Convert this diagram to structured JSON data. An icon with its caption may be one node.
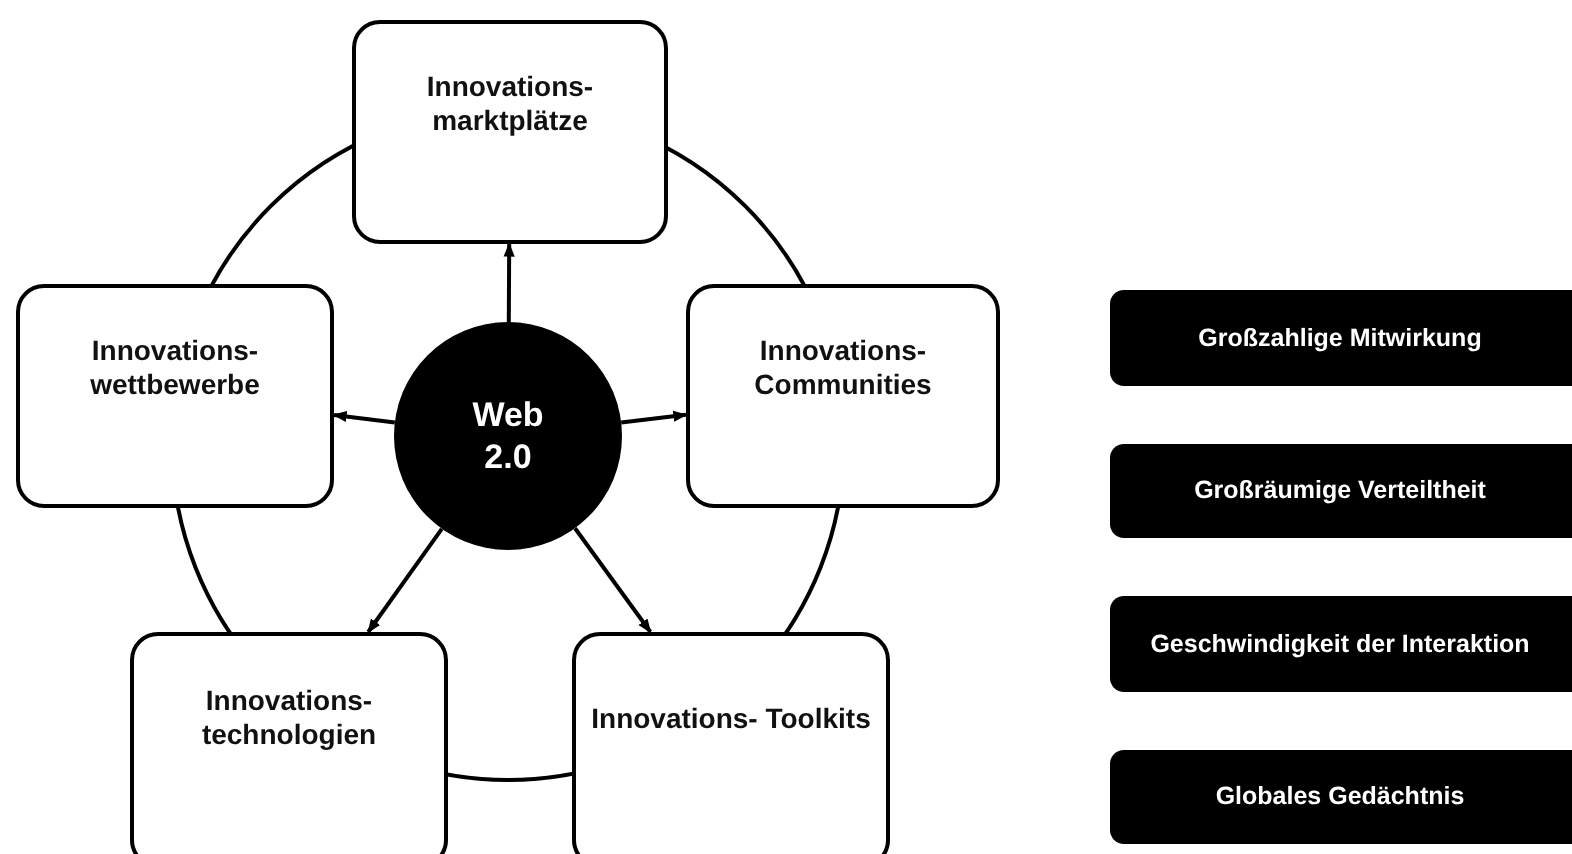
{
  "diagram": {
    "nodes": [
      {
        "text": [
          "Innovations- marktplätze"
        ]
      },
      {
        "text": [
          "Innovations- wettbewerbe"
        ]
      },
      {
        "text": [
          "Web 2.0"
        ]
      },
      {
        "text": [
          "Innovations- Communities"
        ]
      },
      {
        "text": [
          "Innovations- technologien"
        ]
      },
      {
        "text": [
          "Innovations- Toolkits"
        ]
      },
      {
        "text": [
          "Großzahlige Mitwirkung"
        ]
      },
      {
        "text": [
          "Großräumige Verteiltheit"
        ]
      },
      {
        "text": [
          "Geschwindigkeit der Interaktion"
        ]
      },
      {
        "text": [
          "Globales Gedächtnis"
        ]
      }
    ],
    "edges": [
      {
        "from": 2,
        "to": 0,
        "arrow": "to"
      },
      {
        "from": 2,
        "to": 1,
        "arrow": "to"
      },
      {
        "from": 2,
        "to": 3,
        "arrow": "to"
      },
      {
        "from": 2,
        "to": 4,
        "arrow": "to"
      },
      {
        "from": 2,
        "to": 5,
        "arrow": "to"
      }
    ]
  }
}
